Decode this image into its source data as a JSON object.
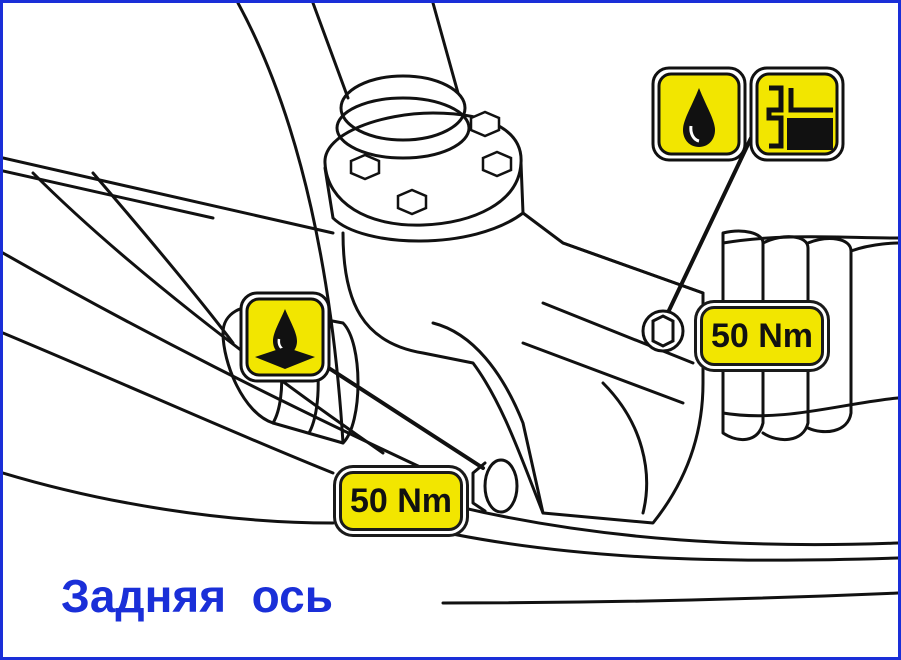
{
  "caption": "Задняя  ось",
  "torque_labels": [
    "50 Nm",
    "50 Nm"
  ],
  "icons": [
    "oil-drop-icon",
    "oil-level-icon",
    "oil-drain-icon"
  ],
  "colors": {
    "frame": "#1a2fd8",
    "caption": "#1a2fd8",
    "label_fill": "#f2e600",
    "outline": "#1a1a1a"
  }
}
